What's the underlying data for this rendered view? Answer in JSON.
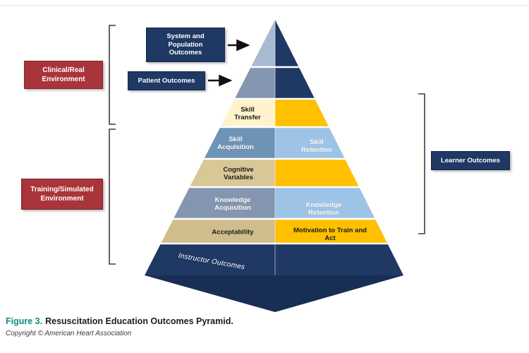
{
  "caption": {
    "figure_label": "Figure 3.",
    "title": "Resuscitation Education Outcomes Pyramid.",
    "copyright": "Copyright © American Heart Association"
  },
  "environment_labels": {
    "clinical": "Clinical/Real Environment",
    "training": "Training/Simulated Environment"
  },
  "outcome_boxes": {
    "system_population": "System and Population Outcomes",
    "patient": "Patient Outcomes",
    "learner": "Learner Outcomes"
  },
  "pyramid": {
    "skill_transfer": "Skill Transfer",
    "skill_acquisition": "Skill Acquisition",
    "skill_retention": "Skill Retention",
    "cognitive_variables": "Cognitive Variables",
    "knowledge_acquisition": "Knowledge Acquisition",
    "knowledge_retention": "Knowledge Retention",
    "acceptability": "Acceptability",
    "motivation": "Motivation to Train and Act",
    "instructor_outcomes": "Instructor Outcomes"
  },
  "colors": {
    "navy": "#1F3864",
    "navy_dark": "#182E55",
    "red": "#A93439",
    "gold": "#FFC000",
    "pale_yellow": "#FFF2CC",
    "tan": "#D8C897",
    "tan_dark": "#CFBE8C",
    "slate": "#8495AF",
    "steel_blue": "#6E93B5",
    "light_blue": "#9DC3E6",
    "apex_blue": "#A9BAD3",
    "caption_teal": "#0A8C7E"
  }
}
